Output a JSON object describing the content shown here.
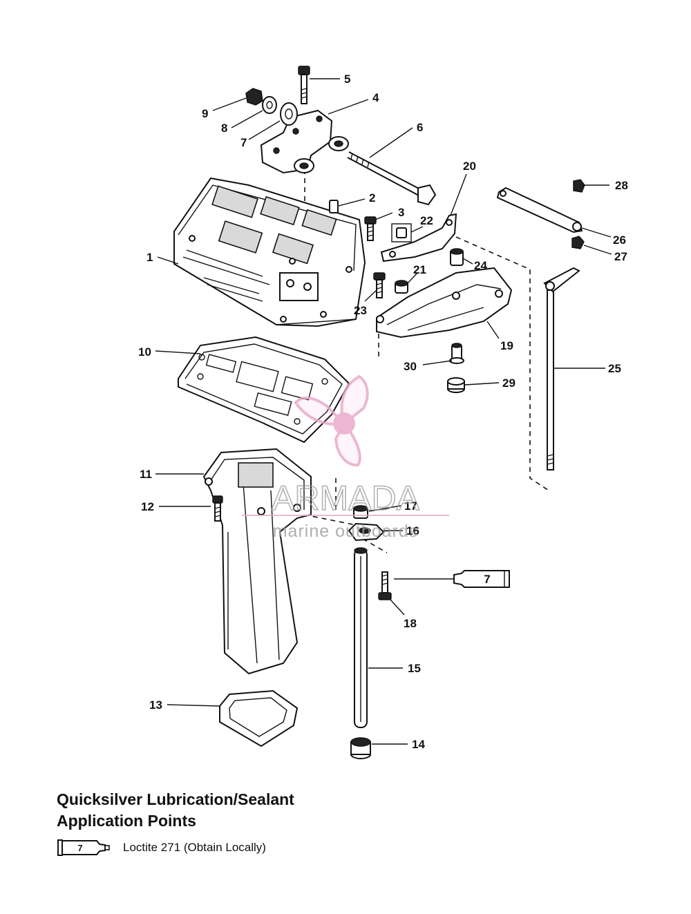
{
  "parts": [
    {
      "num": "1"
    },
    {
      "num": "2"
    },
    {
      "num": "3"
    },
    {
      "num": "4"
    },
    {
      "num": "5"
    },
    {
      "num": "6"
    },
    {
      "num": "7"
    },
    {
      "num": "8"
    },
    {
      "num": "9"
    },
    {
      "num": "10"
    },
    {
      "num": "11"
    },
    {
      "num": "12"
    },
    {
      "num": "13"
    },
    {
      "num": "14"
    },
    {
      "num": "15"
    },
    {
      "num": "16"
    },
    {
      "num": "17"
    },
    {
      "num": "18"
    },
    {
      "num": "19"
    },
    {
      "num": "20"
    },
    {
      "num": "21"
    },
    {
      "num": "22"
    },
    {
      "num": "23"
    },
    {
      "num": "24"
    },
    {
      "num": "25"
    },
    {
      "num": "26"
    },
    {
      "num": "27"
    },
    {
      "num": "28"
    },
    {
      "num": "29"
    },
    {
      "num": "30"
    }
  ],
  "sealant_tube_number": "7",
  "watermark": {
    "brand": "ARMADA",
    "tagline": "marine outboards",
    "accent_color": "#e8a6c9",
    "text_color": "#9a9a9a"
  },
  "legend": {
    "title_line1": "Quicksilver Lubrication/Sealant",
    "title_line2": "Application Points",
    "items": [
      {
        "tube_number": "7",
        "text": "Loctite 271 (Obtain Locally)"
      }
    ]
  }
}
